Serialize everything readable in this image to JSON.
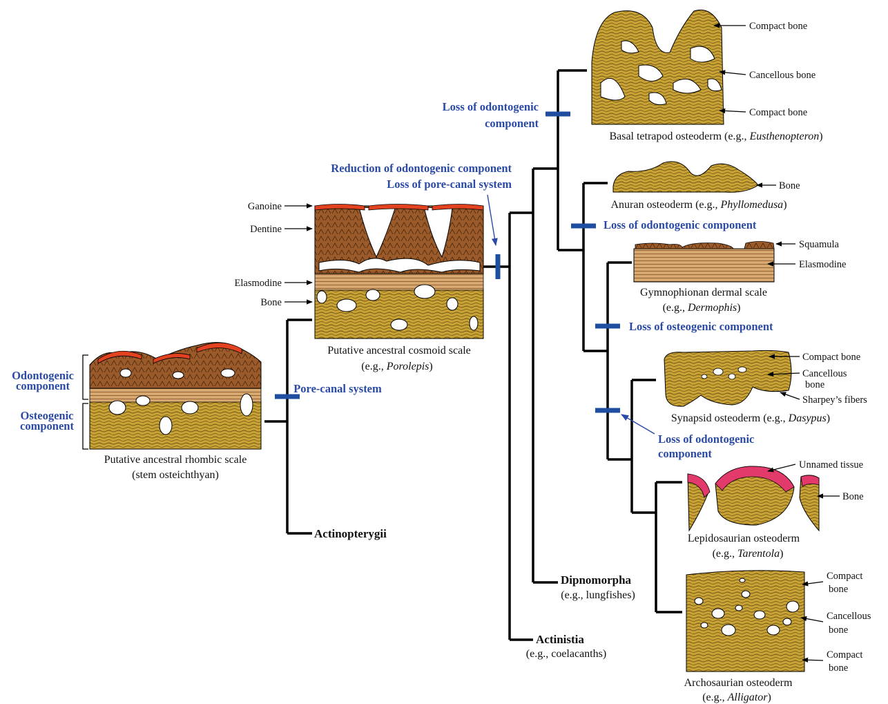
{
  "colors": {
    "bone": "#c9a235",
    "bone_stripe": "#6b5314",
    "dentine": "#9a5a2a",
    "ganoine": "#e2421f",
    "unnamed_tissue": "#e23a6a",
    "lamellar": "#d7a870",
    "clade_bar": "#1f4ea0",
    "blue_text": "#2a4aa6"
  },
  "rhombic": {
    "odontogenic": "Odontogenic component",
    "osteogenic": "Osteogenic component",
    "caption1": "Putative ancestral rhombic scale",
    "caption2": "(stem osteichthyan)"
  },
  "porecanal": "Pore-canal system",
  "cosmoid": {
    "labels": {
      "ganoine": "Ganoine",
      "dentine": "Dentine",
      "elasmodine": "Elasmodine",
      "bone": "Bone"
    },
    "caption1": "Putative ancestral cosmoid scale",
    "caption2_pre": "(e.g., ",
    "caption2_it": "Porolepis",
    "caption2_post": ")"
  },
  "reduction": {
    "line1": "Reduction of odontogenic component",
    "line2": "Loss of pore-canal system"
  },
  "actinopterygii": "Actinopterygii",
  "dipnomorpha": {
    "name": "Dipnomorpha",
    "eg": "(e.g., lungfishes)"
  },
  "actinistia": {
    "name": "Actinistia",
    "eg": "(e.g., coelacanths)"
  },
  "loss_tetrapod": {
    "line1": "Loss of odontogenic",
    "line2": "component"
  },
  "basal": {
    "labels": {
      "compact1": "Compact bone",
      "cancellous": "Cancellous bone",
      "compact2": "Compact bone"
    },
    "caption_pre": "Basal tetrapod osteoderm  (e.g., ",
    "caption_it": "Eusthenopteron",
    "caption_post": ")"
  },
  "anuran": {
    "bone": "Bone",
    "caption_pre": "Anuran osteoderm (e.g., ",
    "caption_it": "Phyllomedusa",
    "caption_post": ")"
  },
  "loss_amniote_odonto": "Loss of odontogenic component",
  "gymno": {
    "squamula": "Squamula",
    "elasmodine": "Elasmodine",
    "caption1": "Gymnophionan dermal scale",
    "caption2_pre": "(e.g., ",
    "caption2_it": "Dermophis",
    "caption2_post": ")"
  },
  "loss_osteo": "Loss of osteogenic component",
  "synapsid": {
    "compact": "Compact bone",
    "cancellous1": "Cancellous",
    "cancellous2": "bone",
    "sharpey": "Sharpey’s fibers",
    "caption_pre": "Synapsid osteoderm (e.g., ",
    "caption_it": "Dasypus",
    "caption_post": ")"
  },
  "loss_synapsid": {
    "line1": "Loss of odontogenic",
    "line2": "component"
  },
  "lepido": {
    "unnamed": "Unnamed tissue",
    "bone": "Bone",
    "caption1": "Lepidosaurian osteoderm",
    "caption2_pre": "(e.g., ",
    "caption2_it": "Tarentola",
    "caption2_post": ")"
  },
  "archo": {
    "compact1a": "Compact",
    "compact1b": "bone",
    "cancellous1": "Cancellous",
    "cancellous2": "bone",
    "compact2a": "Compact",
    "compact2b": "bone",
    "caption1": "Archosaurian osteoderm",
    "caption2_pre": "(e.g., ",
    "caption2_it": "Alligator",
    "caption2_post": ")"
  }
}
